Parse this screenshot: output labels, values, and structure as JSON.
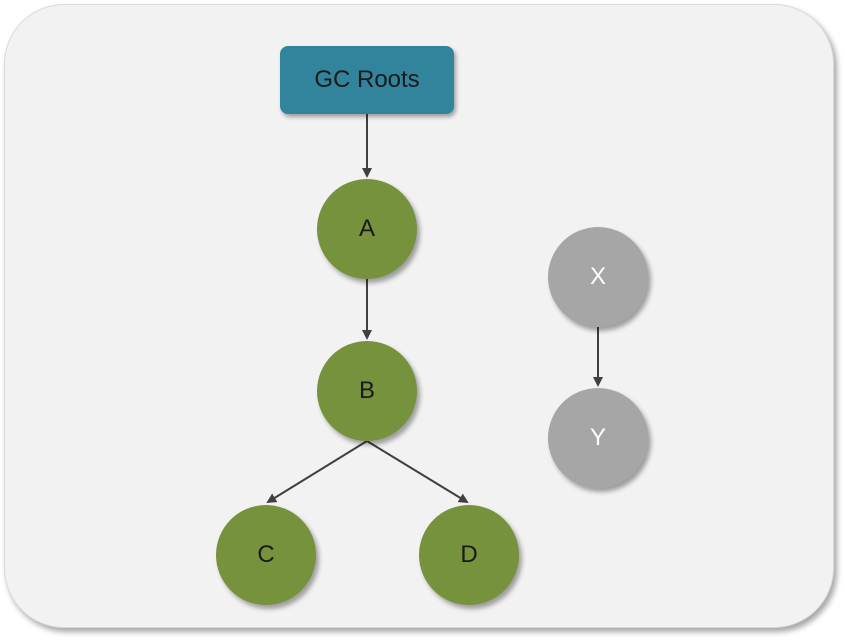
{
  "diagram": {
    "root": {
      "label": "GC Roots",
      "color": "#31849b"
    },
    "reachable_nodes": [
      "A",
      "B",
      "C",
      "D"
    ],
    "unreachable_nodes": [
      "X",
      "Y"
    ],
    "reachable_color": "#76923c",
    "unreachable_color": "#a6a6a6",
    "edges": [
      {
        "from": "GC Roots",
        "to": "A"
      },
      {
        "from": "A",
        "to": "B"
      },
      {
        "from": "B",
        "to": "C"
      },
      {
        "from": "B",
        "to": "D"
      },
      {
        "from": "X",
        "to": "Y"
      }
    ]
  }
}
